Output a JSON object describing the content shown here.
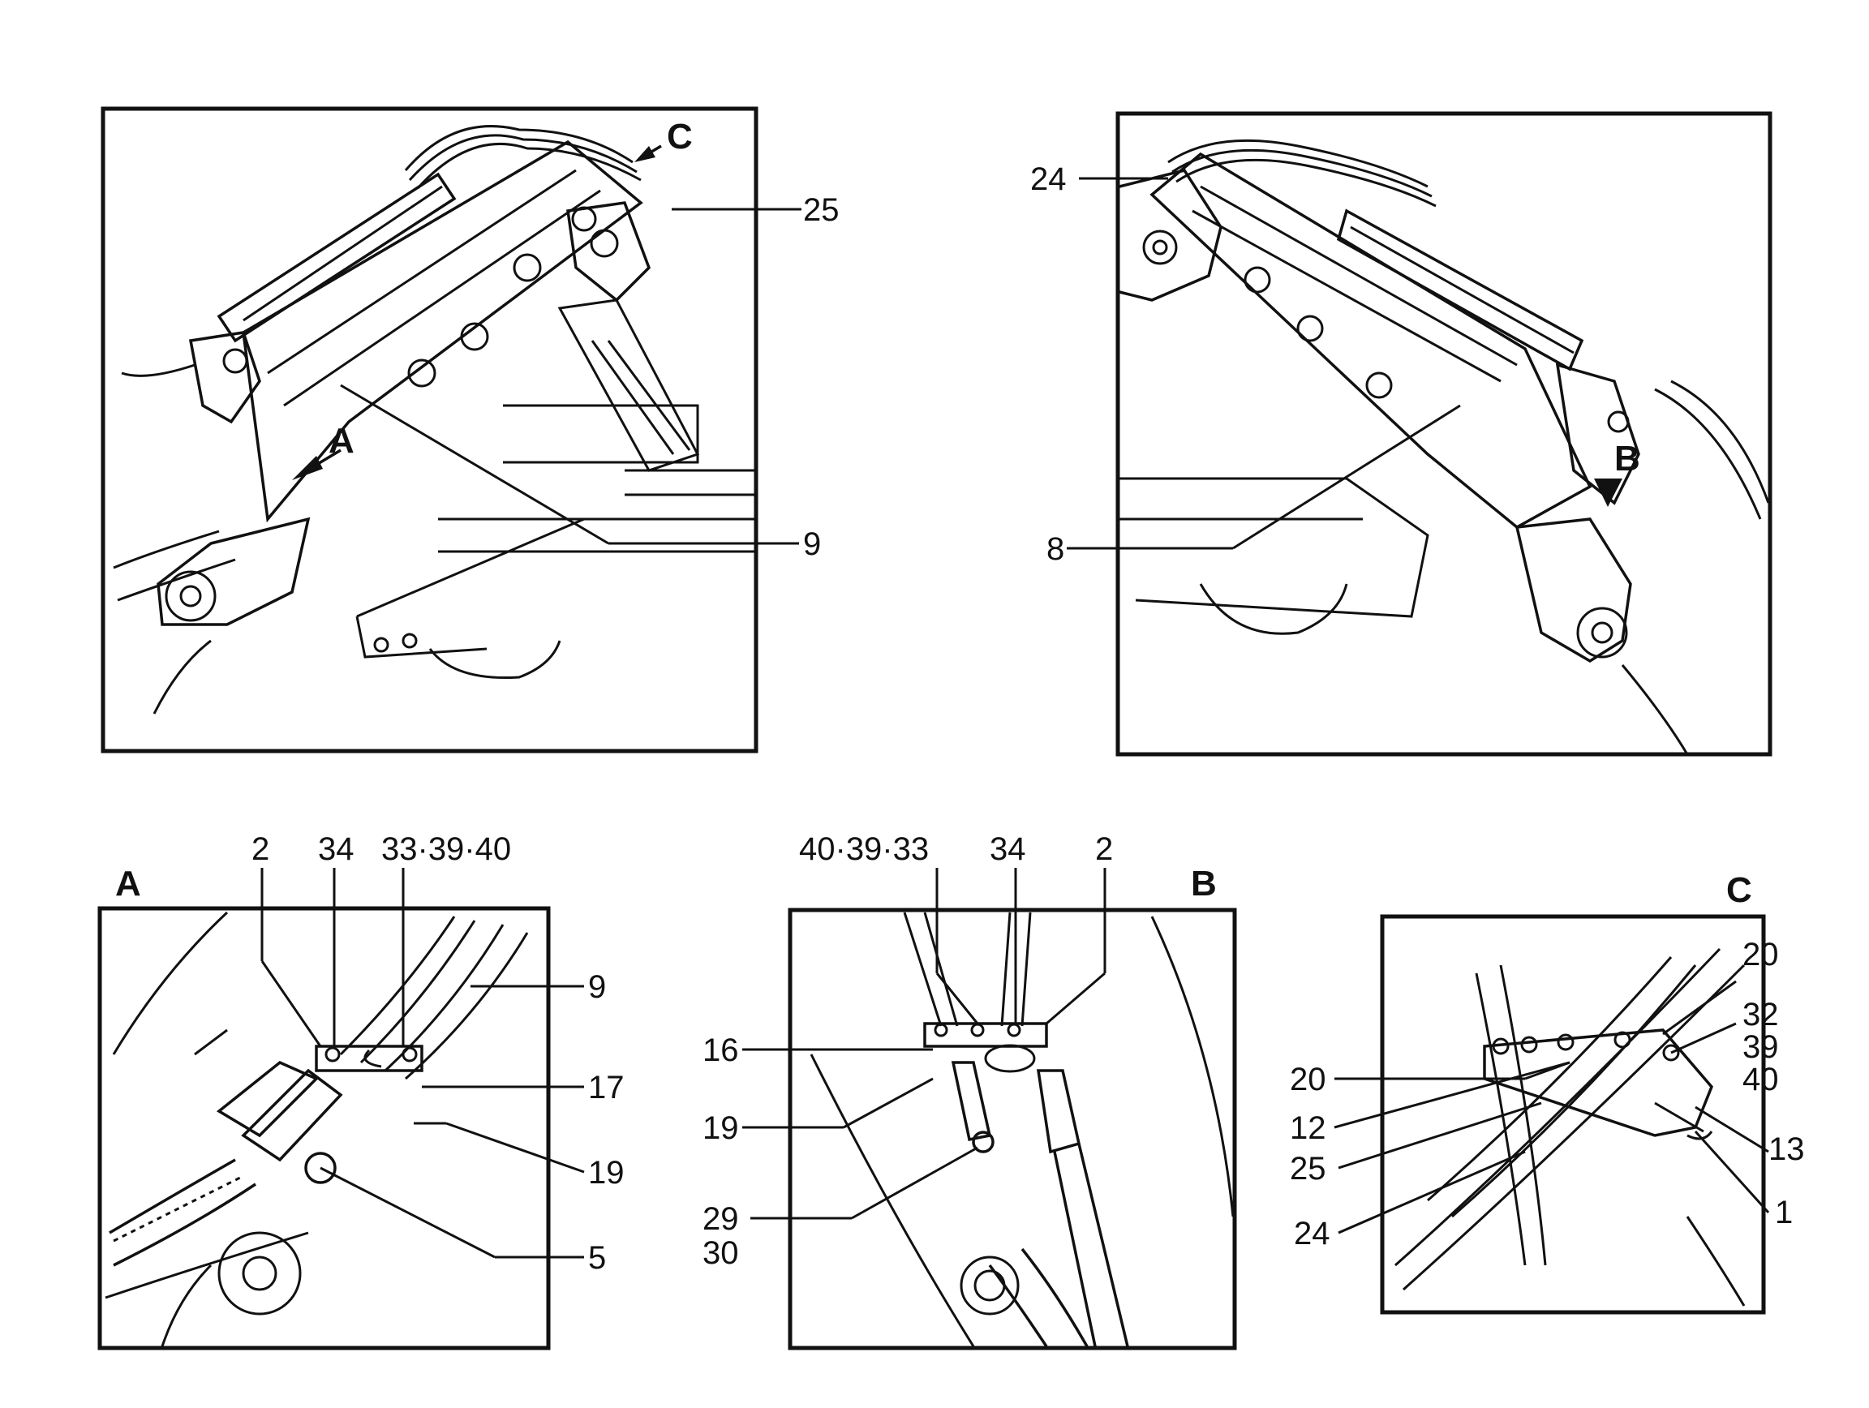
{
  "views": {
    "top_left": {
      "labels": {
        "c": "C",
        "a": "A",
        "n25": "25",
        "n9": "9"
      }
    },
    "top_right": {
      "labels": {
        "n24": "24",
        "n8": "8",
        "b": "B"
      }
    },
    "detail_a": {
      "title": "A",
      "labels": {
        "n2": "2",
        "n34": "34",
        "n333940": "33·39·40",
        "n9": "9",
        "n17": "17",
        "n19": "19",
        "n5": "5"
      }
    },
    "detail_b": {
      "title": "B",
      "labels": {
        "n403933": "40·39·33",
        "n34": "34",
        "n2": "2",
        "n16": "16",
        "n19": "19",
        "n29": "29",
        "n30": "30"
      }
    },
    "detail_c": {
      "title": "C",
      "labels": {
        "n20a": "20",
        "n32": "32",
        "n39": "39",
        "n40": "40",
        "n20b": "20",
        "n12": "12",
        "n25": "25",
        "n24": "24",
        "n13": "13",
        "n1": "1"
      }
    }
  }
}
